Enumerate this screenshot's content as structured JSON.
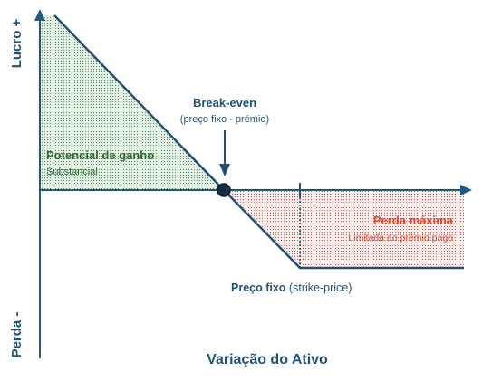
{
  "y_axis": {
    "top_label": "Lucro +",
    "bottom_label": "Perda -"
  },
  "x_axis": {
    "label": "Variação do Ativo"
  },
  "break_even": {
    "title": "Break-even",
    "subtitle": "(preço fixo - prémio)"
  },
  "gain": {
    "title": "Potencial de ganho",
    "subtitle": "Substancial"
  },
  "loss": {
    "title": "Perda máxima",
    "subtitle": "Limitada ao prémio pago"
  },
  "strike": {
    "title": "Preço fixo",
    "subtitle": "(strike-price)"
  },
  "colors": {
    "axis": "#1f5a7e",
    "payoff_line": "#1f4f6e",
    "gain_fill": "#e3efe3",
    "gain_dots": "#2e6e3e",
    "gain_text": "#2f6b34",
    "loss_fill": "#f7ecea",
    "loss_dots": "#b23a2a",
    "loss_text": "#e5442a",
    "label_text": "#1f5374"
  }
}
